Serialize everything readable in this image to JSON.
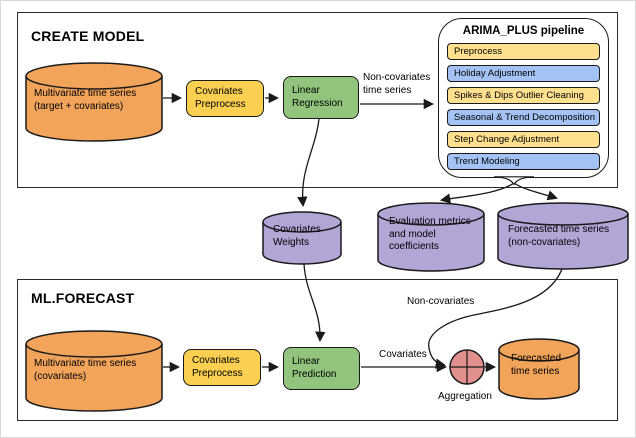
{
  "colors": {
    "orange": "#F2A45A",
    "yellow": "#FBD051",
    "green": "#93C47D",
    "purple": "#B3A5D6",
    "blue": "#A4C2F4",
    "pale_yellow": "#FFE08E",
    "pink": "#E2908E",
    "stroke": "#1A1A1A"
  },
  "create_model": {
    "title": "CREATE MODEL",
    "source": {
      "line1": "Multivariate time series",
      "line2": "(target + covariates)"
    },
    "covariates_preprocess": {
      "line1": "Covariates",
      "line2": "Preprocess"
    },
    "linear_regression": {
      "line1": "Linear",
      "line2": "Regression"
    },
    "non_covariates_arrow": {
      "line1": "Non-covariates",
      "line2": "time series"
    }
  },
  "pipeline": {
    "title": "ARIMA_PLUS pipeline",
    "steps": [
      {
        "label": "Preprocess",
        "color": "#FFE08E"
      },
      {
        "label": "Holiday Adjustment",
        "color": "#A4C2F4"
      },
      {
        "label": "Spikes & Dips Outlier Cleaning",
        "color": "#FFE08E"
      },
      {
        "label": "Seasonal & Trend Decomposition",
        "color": "#A4C2F4"
      },
      {
        "label": "Step Change Adjustment",
        "color": "#FFE08E"
      },
      {
        "label": "Trend Modeling",
        "color": "#A4C2F4"
      }
    ]
  },
  "intermediate": {
    "covariates_weights": {
      "line1": "Covariates",
      "line2": "Weights"
    },
    "evaluation_metrics": {
      "line1": "Evaluation metrics",
      "line2": "and model",
      "line3": "coefficients"
    },
    "forecasted_non_covariates": {
      "line1": "Forecasted time series",
      "line2": "(non-covariates)"
    }
  },
  "ml_forecast": {
    "title": "ML.FORECAST",
    "source": {
      "line1": "Multivariate time series",
      "line2": "(covariates)"
    },
    "covariates_preprocess": {
      "line1": "Covariates",
      "line2": "Preprocess"
    },
    "linear_prediction": {
      "line1": "Linear",
      "line2": "Prediction"
    },
    "covariates_label": "Covariates",
    "non_covariates_label": "Non-covariates",
    "aggregation_label": "Aggregation",
    "forecasted": {
      "line1": "Forecasted",
      "line2": "time series"
    }
  }
}
